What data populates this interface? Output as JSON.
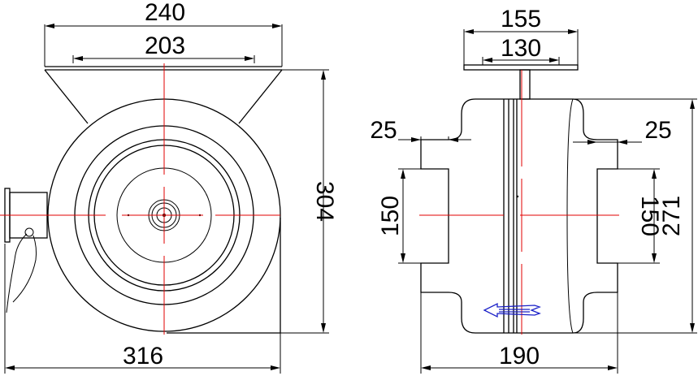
{
  "front_view": {
    "dim_top_flange": "240",
    "dim_top_inner": "203",
    "dim_height": "304",
    "dim_width": "316"
  },
  "side_view": {
    "dim_flange_outer": "155",
    "dim_flange_inner": "130",
    "dim_left_collar": "25",
    "dim_right_collar": "25",
    "dim_left_duct": "150",
    "dim_right_duct": "150",
    "dim_height": "271",
    "dim_width": "190"
  },
  "colors": {
    "line": "#000000",
    "centerline": "#e00000",
    "flow_arrow": "#1a20c8"
  }
}
